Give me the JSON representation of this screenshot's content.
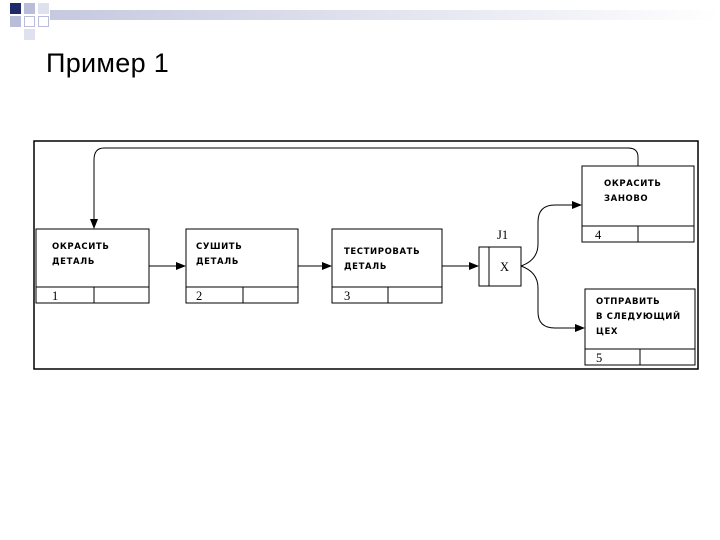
{
  "slide": {
    "title": "Пример 1"
  },
  "diagram": {
    "boxes": [
      {
        "lines": [
          "ОКРАСИТЬ",
          "ДЕТАЛЬ"
        ],
        "number": "1"
      },
      {
        "lines": [
          "СУШИТЬ",
          "ДЕТАЛЬ"
        ],
        "number": "2"
      },
      {
        "lines": [
          "ТЕСТИРОВАТЬ",
          "ДЕТАЛЬ"
        ],
        "number": "3"
      },
      {
        "lines": [
          "ОКРАСИТЬ",
          "ЗАНОВО"
        ],
        "number": "4"
      },
      {
        "lines": [
          "ОТПРАВИТЬ",
          "В СЛЕДУЮЩИЙ",
          "ЦЕХ"
        ],
        "number": "5"
      }
    ],
    "junction": {
      "label": "J1",
      "type": "X"
    }
  },
  "colors": {
    "accent_dark": "#1f2a6b",
    "accent_mid": "#b9bdd9",
    "line": "#000000"
  }
}
